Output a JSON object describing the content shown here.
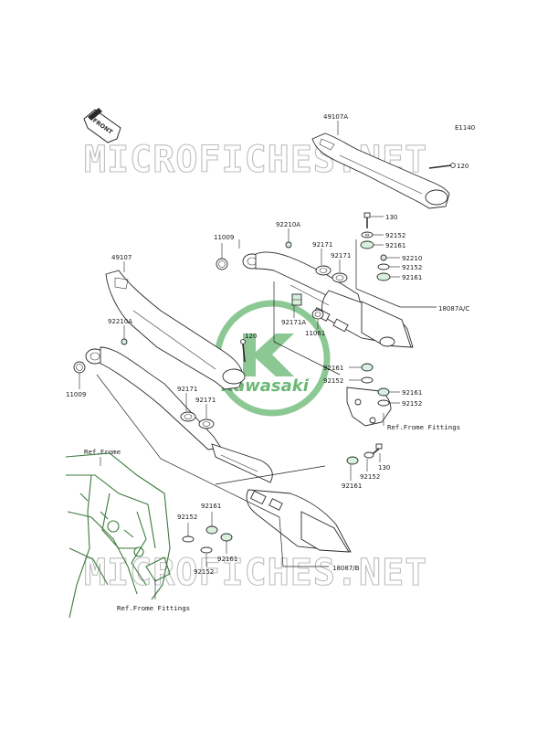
{
  "diagram_code": "E1140",
  "front_badge": "FRONT",
  "watermark": "MICROFICHES.NET",
  "logo_text": "Kawasaki",
  "refs": {
    "frame": "Ref.Frome",
    "fittings_right": "Ref.Frome Fittings",
    "fittings_left": "Ref.Frome Fittings"
  },
  "parts": {
    "p49107A": "49107A",
    "p120_top": "120",
    "p130_top": "130",
    "p92152_a": "92152",
    "p92161_a": "92161",
    "p92210": "92210",
    "p92152_b": "92152",
    "p92161_b": "92161",
    "p11009_r": "11009",
    "p92210A_r": "92210A",
    "p92171_r1": "92171",
    "p92171_r2": "92171",
    "p18087AC": "18087A/C",
    "p92171A": "92171A",
    "p11061": "11061",
    "p92161_c": "92161",
    "p92152_c": "92152",
    "p92161_d": "92161",
    "p92152_d": "92152",
    "p49107": "49107",
    "p92210A_l": "92210A",
    "p120_mid": "120",
    "p11009_l": "11009",
    "p92171_l1": "92171",
    "p92171_l2": "92171",
    "p130_low": "130",
    "p92152_e": "92152",
    "p92161_e": "92161",
    "p92161_f": "92161",
    "p92152_f": "92152",
    "p92161_g": "92161",
    "p92152_g": "92152",
    "p18087B": "18087/B"
  }
}
